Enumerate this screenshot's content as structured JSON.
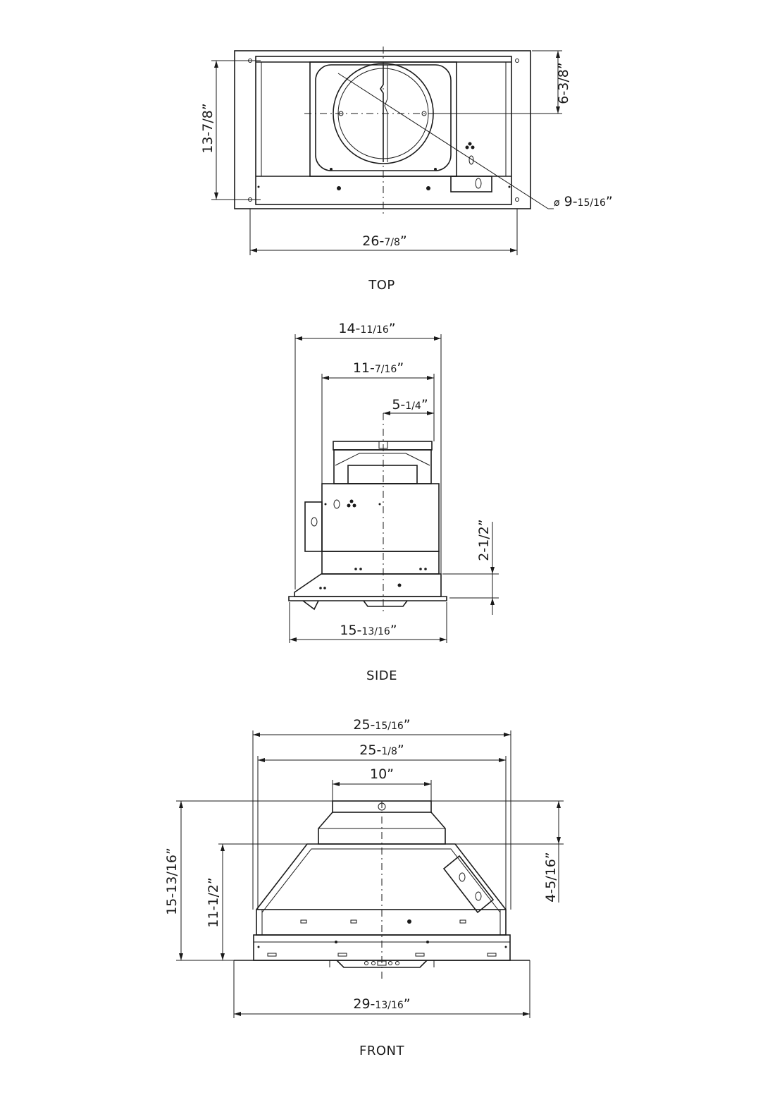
{
  "views": {
    "top": {
      "caption": "TOP",
      "dims": {
        "width": {
          "main": "26-",
          "frac": "7/8",
          "unit": "”"
        },
        "depth": "13-7/8”",
        "center": "6-3/8”",
        "diameter": {
          "symbol": "ø",
          "main": " 9-",
          "frac": "15/16",
          "unit": "”"
        }
      }
    },
    "side": {
      "caption": "SIDE",
      "dims": {
        "overall": {
          "main": "14-",
          "frac": "11/16",
          "unit": "”"
        },
        "mid": {
          "main": "11-",
          "frac": "7/16",
          "unit": "”"
        },
        "offset": {
          "main": "5-",
          "frac": "1/4",
          "unit": "”"
        },
        "height": "2-1/2”",
        "bottom": {
          "main": "15-",
          "frac": "13/16",
          "unit": "”"
        }
      }
    },
    "front": {
      "caption": "FRONT",
      "dims": {
        "overall": {
          "main": "25-",
          "frac": "15/16",
          "unit": "”"
        },
        "inner": {
          "main": "25-",
          "frac": "1/8",
          "unit": "”"
        },
        "duct": "10”",
        "height_total": "15-13/16”",
        "height_body": "11-1/2”",
        "height_right": "4-5/16”",
        "bottom": {
          "main": "29-",
          "frac": "13/16",
          "unit": "”"
        }
      }
    }
  }
}
